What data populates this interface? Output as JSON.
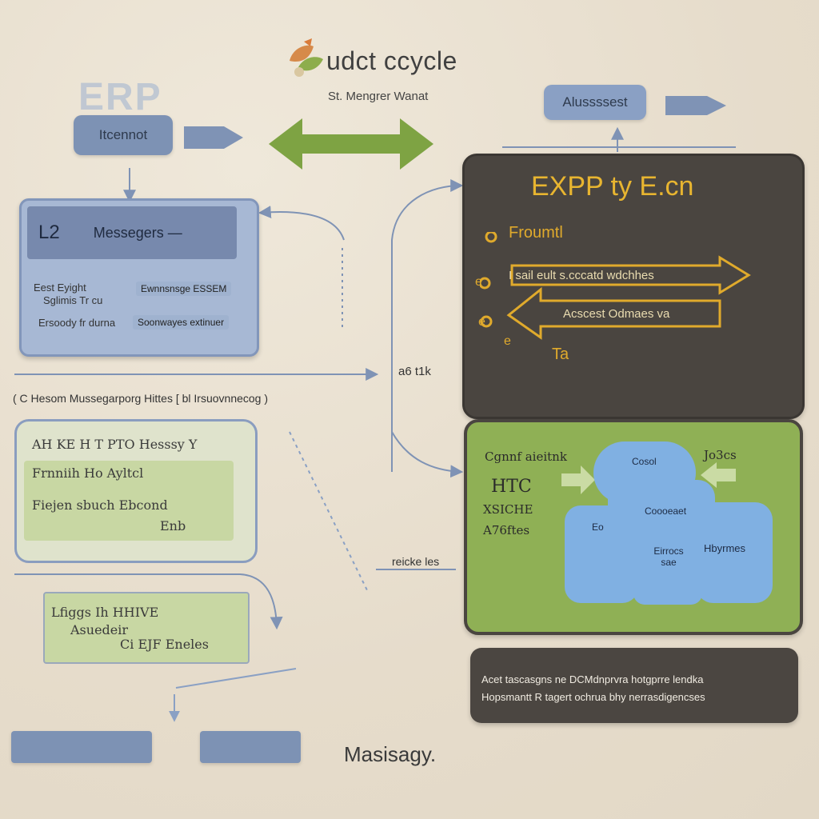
{
  "header": {
    "title": "udct ccycle",
    "subtitle": "St.   Mengrer Wanat"
  },
  "top_left": {
    "ghost_text": "ERP",
    "pill_label": "Itcennot"
  },
  "top_right": {
    "pill_label": "Alussssest"
  },
  "messages_panel": {
    "header_left": "L2",
    "header_label": "Messegers —",
    "rows": [
      {
        "left": "Eest  Eyight",
        "right": "Ewnnsnsge  ESSEM"
      },
      {
        "left": "Sglimis  Tr cu",
        "right": ""
      },
      {
        "left": "Ersoody fr durna",
        "right": "Soonwayes  extinuer"
      }
    ]
  },
  "caption_line": "( C Hesom  Mussegarporg Hittes  [ bl  Irsuovnnecog )",
  "left_box": {
    "lines": [
      "AH KE  H T  PTO  Hesssy Y",
      "Frnniih Ho  Ayltcl",
      "Fiejen  sbuch   Ebcond",
      "Enb"
    ]
  },
  "small_box": {
    "lines": [
      "Lfiggs  Ih HHIVE",
      "Asuedeir",
      "Ci  EJF Eneles"
    ]
  },
  "center_label": "a6 t1k",
  "dark_panel": {
    "title": "EXPP ty E.cn",
    "subtitle": "Froumtl",
    "arrow1_text": "I  sail   eult s.cccatd  wdchhes",
    "arrow2_text": "Acscest Odmaes  va",
    "bullets": [
      "e",
      "e",
      "e"
    ],
    "footer": "Ta"
  },
  "green_panel": {
    "lines": [
      "Cgnnf aieitnk",
      "HTC",
      "XSICHE",
      "A76ftes"
    ],
    "right_text": "Jo3cs",
    "cloud_labels": [
      "Cosol",
      "Coooeaet",
      "Eo",
      "Eirrocs  sae",
      "Hbyrmes"
    ]
  },
  "side_label": "reicke  les",
  "bottom_panel": {
    "line1": "Acet  tascasgns ne  DCMdnprvra  hotgprre  lendka",
    "line2": "Hopsmantt R  tagert  ochrua  bhy nerrasdigencses"
  },
  "footer_label": "Masisagy."
}
